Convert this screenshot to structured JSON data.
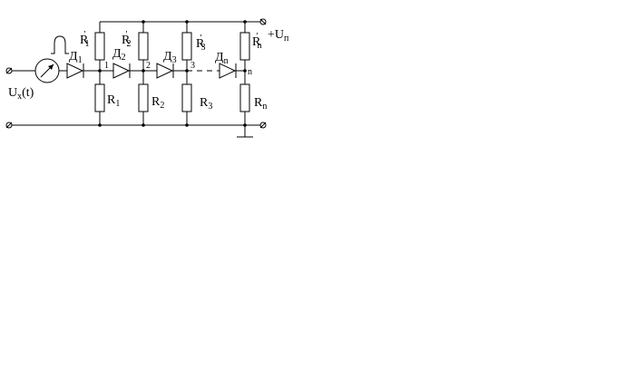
{
  "labels": {
    "supply": "+U",
    "supply_sub": "п",
    "input": "U",
    "input_sub": "x",
    "input_arg": "(t)",
    "pull_up": {
      "letter": "R",
      "prime": "′",
      "subs": [
        "1",
        "2",
        "3",
        "n"
      ]
    },
    "pull_down": {
      "letter": "R",
      "subs": [
        "1",
        "2",
        "3",
        "n"
      ]
    },
    "diodes": {
      "letter": "Д",
      "subs": [
        "1",
        "2",
        "3",
        "n"
      ]
    },
    "nodes": [
      "1",
      "2",
      "3",
      "n"
    ]
  },
  "icons": {
    "source": "ac-meter-source-icon",
    "pulse": "pulse-waveform-icon",
    "ground": "ground-icon"
  },
  "colors": {
    "ink": "#000000",
    "background": "#ffffff"
  }
}
